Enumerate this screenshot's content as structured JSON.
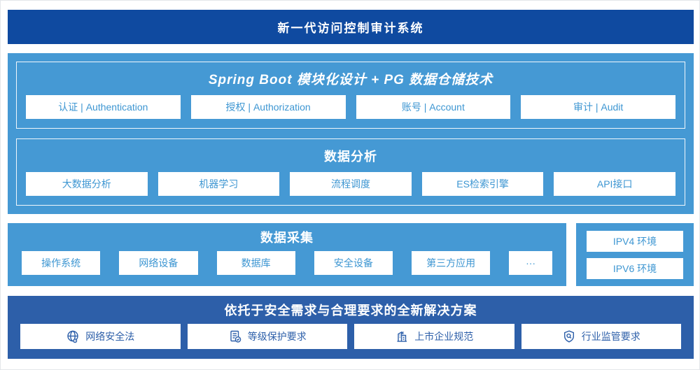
{
  "banner": {
    "title": "新一代访问控制审计系统"
  },
  "architecture": {
    "title": "Spring Boot 模块化设计 + PG 数据仓储技术",
    "modules": [
      "认证 | Authentication",
      "授权 | Authorization",
      "账号 | Account",
      "审计 | Audit"
    ]
  },
  "analysis": {
    "title": "数据分析",
    "modules": [
      "大数据分析",
      "机器学习",
      "流程调度",
      "ES检索引擎",
      "API接口"
    ]
  },
  "collection": {
    "title": "数据采集",
    "modules": [
      "操作系统",
      "网络设备",
      "数据库",
      "安全设备",
      "第三方应用",
      "···"
    ]
  },
  "environments": {
    "items": [
      "IPV4 环境",
      "IPV6 环境"
    ]
  },
  "solution": {
    "title": "依托于安全需求与合理要求的全新解决方案",
    "items": [
      {
        "label": "网络安全法",
        "icon": "globe-icon"
      },
      {
        "label": "等级保护要求",
        "icon": "document-check-icon"
      },
      {
        "label": "上市企业规范",
        "icon": "building-icon"
      },
      {
        "label": "行业监管要求",
        "icon": "shield-search-icon"
      }
    ]
  },
  "colors": {
    "banner_blue": "#0f4aa0",
    "light_blue": "#4599d4",
    "solution_blue": "#2d5fa9",
    "box_text_blue": "#3d96d2"
  }
}
